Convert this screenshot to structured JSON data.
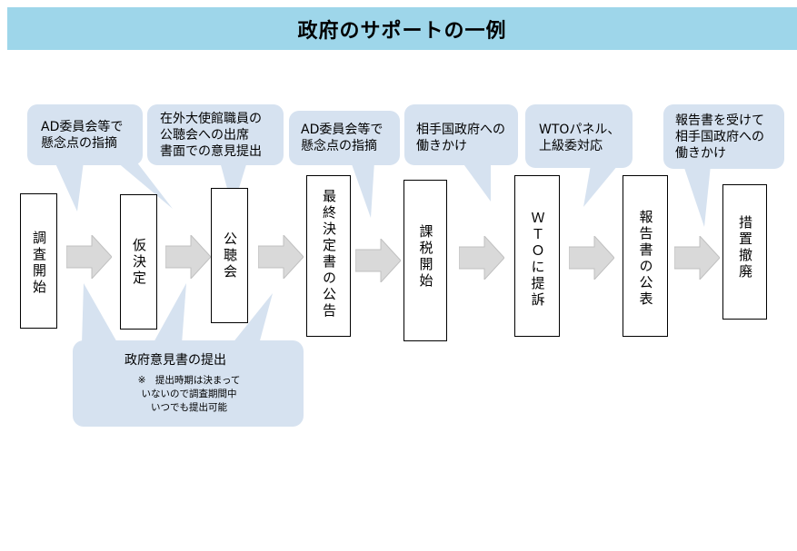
{
  "title": "政府のサポートの一例",
  "colors": {
    "title_bg": "#9ed6ea",
    "callout_bg": "#d6e2f0",
    "arrow_fill": "#d9d9d9"
  },
  "steps": [
    {
      "label": "調査開始"
    },
    {
      "label": "仮決定"
    },
    {
      "label": "公聴会"
    },
    {
      "label": "最終決定書の公告"
    },
    {
      "label": "課税開始"
    },
    {
      "label": "ＷＴＯに提訴"
    },
    {
      "label": "報告書の公表"
    },
    {
      "label": "措置撤廃"
    }
  ],
  "callouts_top": [
    {
      "lines": [
        "AD委員会等で",
        "懸念点の指摘"
      ]
    },
    {
      "lines": [
        "在外大使館職員の",
        "公聴会への出席",
        "書面での意見提出"
      ]
    },
    {
      "lines": [
        "AD委員会等で",
        "懸念点の指摘"
      ]
    },
    {
      "lines": [
        "相手国政府への",
        "働きかけ"
      ]
    },
    {
      "lines": [
        "WTOパネル、",
        "上級委対応"
      ]
    },
    {
      "lines": [
        "報告書を受けて",
        "相手国政府への",
        "働きかけ"
      ]
    }
  ],
  "callout_bottom": {
    "title": "政府意見書の提出",
    "note": "※　提出時期は決まって\nいないので調査期間中\nいつでも提出可能"
  }
}
